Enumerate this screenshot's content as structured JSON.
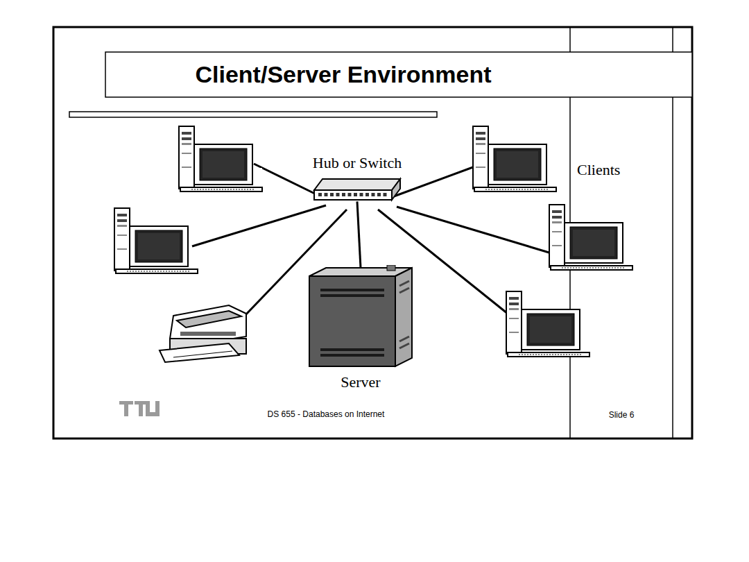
{
  "diagram": {
    "title": "Client/Server Environment",
    "nodes": [
      {
        "text": [
          "Hub or Switch"
        ]
      },
      {
        "text": [
          "Server"
        ]
      }
    ],
    "edges": [
      {
        "from": 0,
        "to": 1,
        "arrow": "none"
      }
    ],
    "labels": [
      "Clients",
      "DS 655 - Databases on Internet",
      "Slide 6"
    ]
  }
}
